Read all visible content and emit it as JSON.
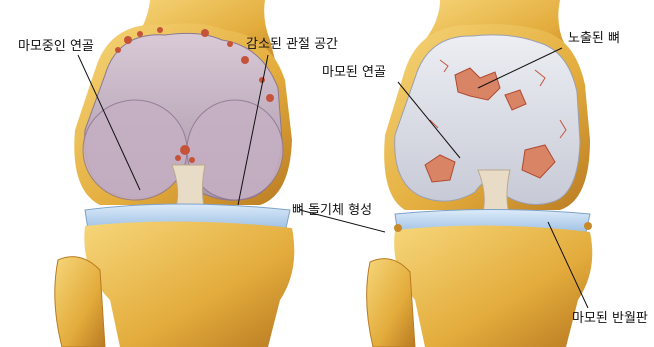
{
  "figure": {
    "labels": {
      "worn_cartilage_left": "마모중인 연골",
      "reduced_joint_space": "감소된 관절 공간",
      "bone_spur_formation": "뼈 돌기체 형성",
      "worn_cartilage_right": "마모된 연골",
      "exposed_bone": "노출된 뼈",
      "worn_meniscus": "마모된 반월판"
    },
    "colors": {
      "background": "#ffffff",
      "bone_yellow": "#e8b84a",
      "bone_shadow": "#c98a2a",
      "cartilage_left": "#c9b6c8",
      "cartilage_right": "#dcdde6",
      "meniscus_blue": "#b9d3ee",
      "erosion_red": "#c4533a",
      "ligament": "#e9dcc6"
    }
  }
}
